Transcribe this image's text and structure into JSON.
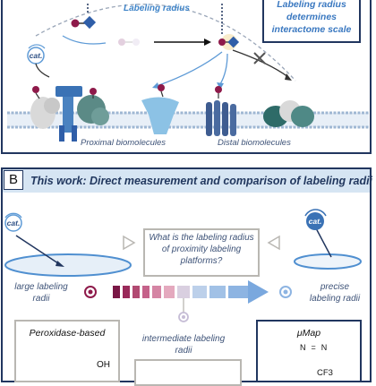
{
  "panel_a": {
    "labeling_radius_label": "Labeling radius",
    "scale_statement": "Labeling radius determines interactome scale",
    "catalyst_label": "cat.",
    "proximal_label": "Proximal biomolecules",
    "distal_label": "Distal biomolecules"
  },
  "panel_b": {
    "letter": "B",
    "title": "This work: Direct measurement and comparison of labeling radii",
    "catalyst_label": "cat.",
    "question": "What is the labeling radius of proximity labeling platforms?",
    "large_label": "large labeling radii",
    "precise_label": "precise labeling radii",
    "intermediate_label": "intermediate labeling radii",
    "peroxidase_label": "Peroxidase-based",
    "mumap_label": "μMap",
    "oh_label": "OH",
    "cf3_label": "CF3",
    "diazirine_n_label": "N=N"
  },
  "colors": {
    "border": "#21365f",
    "accent_blue": "#3f84c8",
    "header_bg": "#d6e5f3",
    "magenta": "#8e1a4a",
    "membrane": "#c9d8ea"
  }
}
